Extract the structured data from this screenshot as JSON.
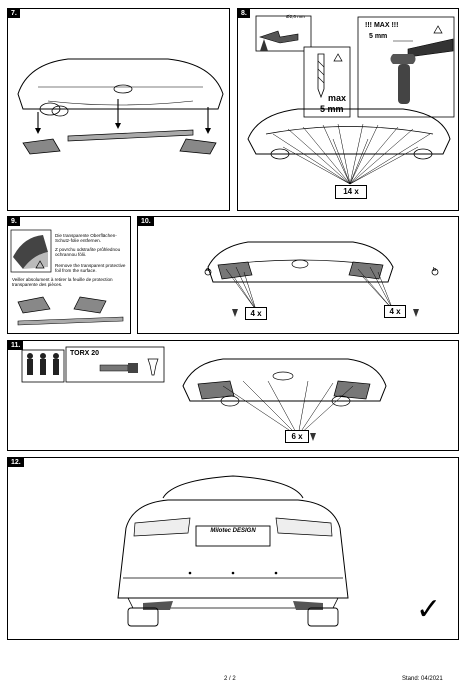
{
  "steps": {
    "s7": {
      "label": "7."
    },
    "s8": {
      "label": "8.",
      "drill_size": "Ø2,6 mm",
      "max_label": "max",
      "depth": "5 mm",
      "tape_max": "!!! MAX !!!",
      "tape_len": "5 mm",
      "count": "14 x"
    },
    "s9": {
      "label": "9.",
      "note_de": "Die transparente Oberflächen-Schutz-folie entfernen.",
      "note_cz": "Z povrchu odstraňte průhlednou ochrannou fólii.",
      "note_en": "Remove the transparent protective foil from the surface.",
      "note_fr": "Veiller absolument à retirer la feuille de protection transparente des pièces."
    },
    "s10": {
      "label": "10.",
      "mark_a": "a",
      "mark_b": "b",
      "count_left": "4 x",
      "count_right": "4 x"
    },
    "s11": {
      "label": "11.",
      "tool": "TORX 20",
      "count": "6 x"
    },
    "s12": {
      "label": "12.",
      "plate": "Milotec DESIGN",
      "check": "✓"
    }
  },
  "footer": {
    "page": "2 / 2",
    "date": "Stand: 04/2021"
  }
}
